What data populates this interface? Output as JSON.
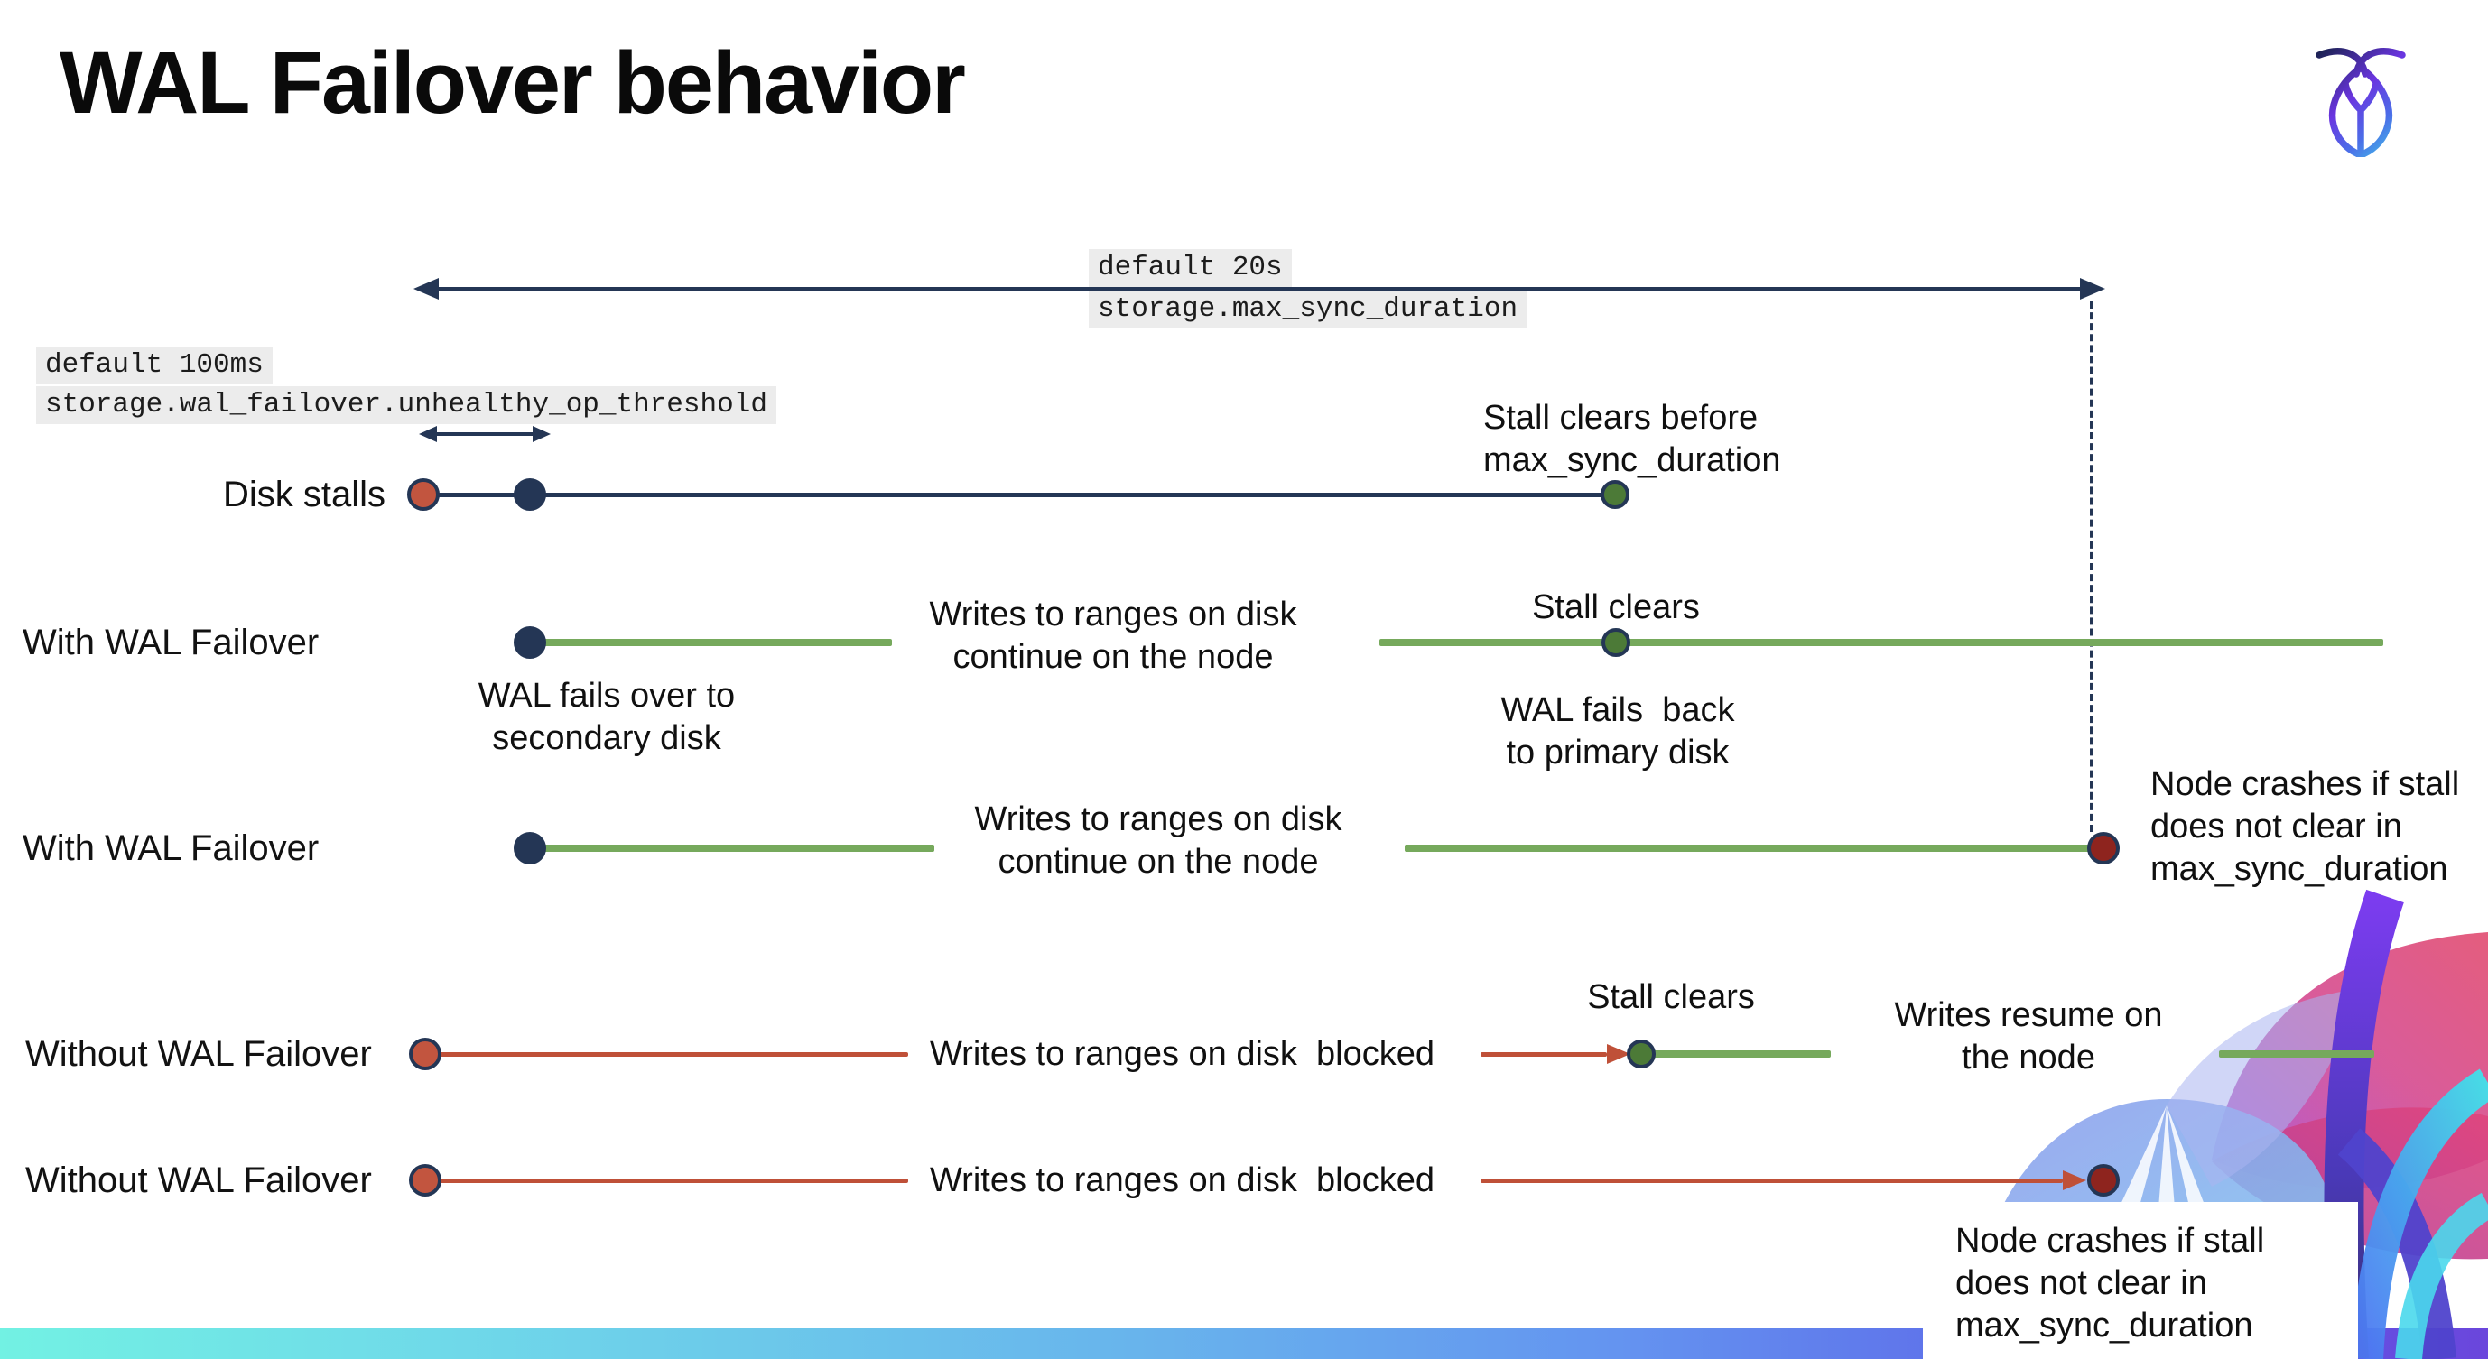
{
  "page": {
    "title": "WAL Failover behavior",
    "brand_icon": "cockroachdb-logo"
  },
  "settings_annotations": {
    "max_sync_duration": {
      "default_label": "default 20s",
      "setting_name": "storage.max_sync_duration"
    },
    "unhealthy_op_threshold": {
      "default_label": "default 100ms",
      "setting_name": "storage.wal_failover.unhealthy_op_threshold"
    }
  },
  "timelines": [
    {
      "label": "Disk stalls",
      "events": {
        "stall_clears_before": [
          "Stall clears before",
          "max_sync_duration"
        ]
      }
    },
    {
      "label": "With WAL Failover",
      "events": {
        "fails_over": [
          "WAL fails over to",
          "secondary disk"
        ],
        "writes_continue": [
          "Writes to ranges on disk",
          "continue on the node"
        ],
        "stall_clears": "Stall clears",
        "fails_back": [
          "WAL fails  back",
          "to primary disk"
        ]
      }
    },
    {
      "label": "With WAL Failover",
      "events": {
        "writes_continue": [
          "Writes to ranges on disk",
          "continue on the node"
        ],
        "node_crashes": [
          "Node crashes if stall",
          "does not clear in",
          "max_sync_duration"
        ]
      }
    },
    {
      "label": "Without WAL Failover",
      "events": {
        "writes_blocked": "Writes to ranges on disk  blocked",
        "stall_clears": "Stall clears",
        "writes_resume": [
          "Writes resume on",
          "the node"
        ]
      }
    },
    {
      "label": "Without WAL Failover",
      "events": {
        "writes_blocked": "Writes to ranges on disk  blocked",
        "node_crashes": [
          "Node crashes if stall",
          "does not clear in",
          "max_sync_duration"
        ]
      }
    }
  ],
  "palette": {
    "navy": "#243655",
    "timeline_green": "#76a95c",
    "timeline_red": "#bf5038",
    "dot_red": "#c2553f",
    "dot_green": "#4c7a37",
    "dot_crash": "#8e241e",
    "setting_tag_bg": "#ececec",
    "footer_gradient": [
      "#72f1e3",
      "#68b5ec",
      "#5b5ae6",
      "#6b46dc"
    ]
  }
}
